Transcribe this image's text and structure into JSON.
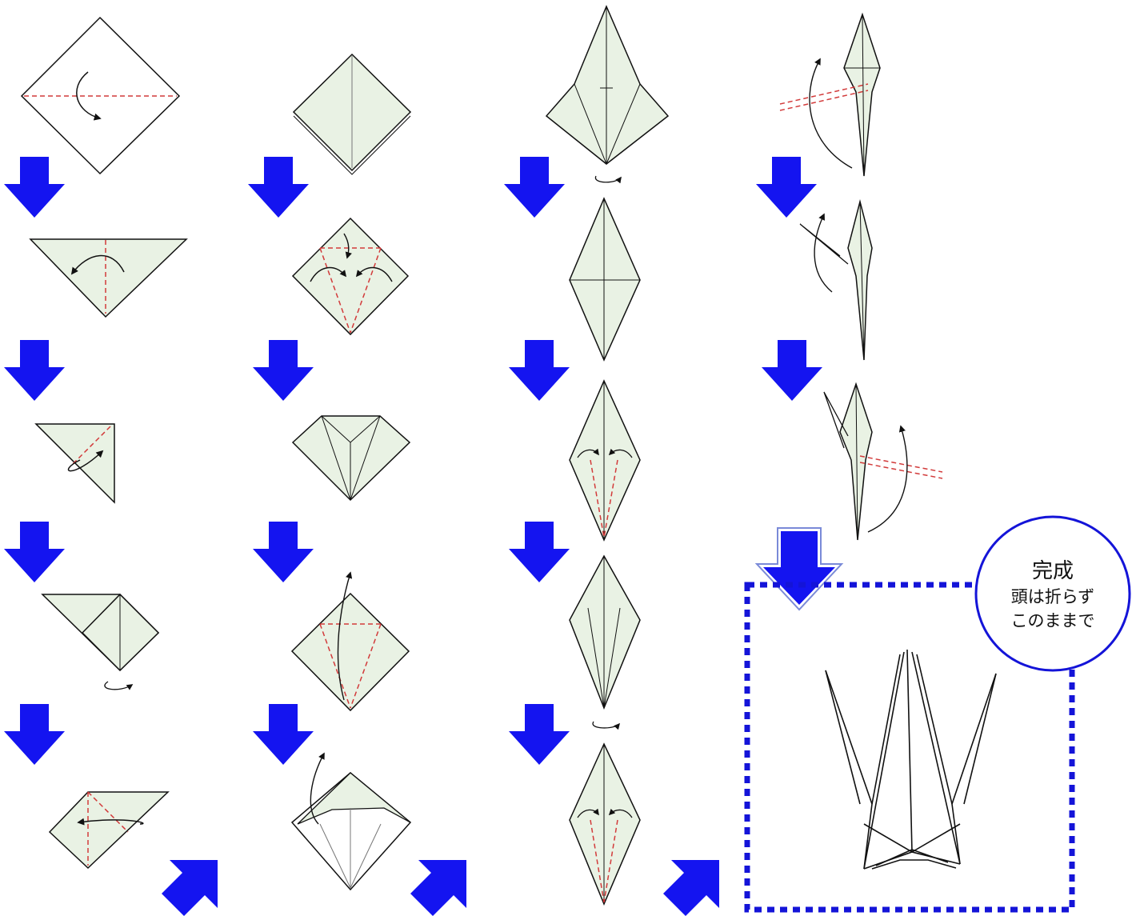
{
  "completion": {
    "title": "完成",
    "note_line1": "頭は折らず",
    "note_line2": "このままで"
  },
  "colors": {
    "paper": "#e9f2e4",
    "outline": "#111111",
    "fold_line": "#d23a3a",
    "arrow": "#1414f0",
    "frame": "#1414d8"
  },
  "icons": [
    "down-arrow-icon",
    "diagonal-up-arrow-icon",
    "fold-arrow-icon",
    "turn-over-icon"
  ]
}
